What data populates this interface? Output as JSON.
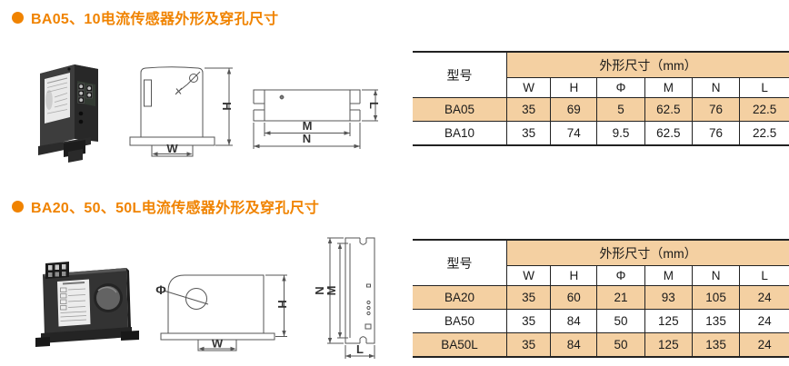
{
  "colors": {
    "accent": "#f08300",
    "tan": "#f4d0a2",
    "line": "#555555",
    "ink": "#1a1a1a"
  },
  "section1": {
    "title": "BA05、10电流传感器外形及穿孔尺寸",
    "labels": {
      "W": "W",
      "H": "H",
      "M": "M",
      "N": "N",
      "L": "L"
    },
    "table": {
      "model_header": "型号",
      "dims_header": "外形尺寸（mm）",
      "columns": [
        "W",
        "H",
        "Φ",
        "M",
        "N",
        "L"
      ],
      "rows": [
        {
          "model": "BA05",
          "values": [
            "35",
            "69",
            "5",
            "62.5",
            "76",
            "22.5"
          ]
        },
        {
          "model": "BA10",
          "values": [
            "35",
            "74",
            "9.5",
            "62.5",
            "76",
            "22.5"
          ]
        }
      ]
    }
  },
  "section2": {
    "title": "BA20、50、50L电流传感器外形及穿孔尺寸",
    "labels": {
      "W": "W",
      "H": "H",
      "M": "M",
      "N": "N",
      "L": "L",
      "phi": "Φ"
    },
    "table": {
      "model_header": "型号",
      "dims_header": "外形尺寸（mm）",
      "columns": [
        "W",
        "H",
        "Φ",
        "M",
        "N",
        "L"
      ],
      "rows": [
        {
          "model": "BA20",
          "values": [
            "35",
            "60",
            "21",
            "93",
            "105",
            "24"
          ]
        },
        {
          "model": "BA50",
          "values": [
            "35",
            "84",
            "50",
            "125",
            "135",
            "24"
          ]
        },
        {
          "model": "BA50L",
          "values": [
            "35",
            "84",
            "50",
            "125",
            "135",
            "24"
          ]
        }
      ]
    }
  }
}
